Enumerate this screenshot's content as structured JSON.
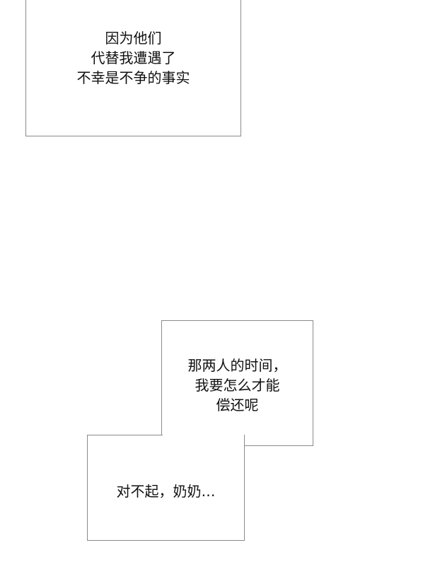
{
  "panels": {
    "top": {
      "lines": [
        "因为他们",
        "代替我遭遇了",
        "不幸是不争的事实"
      ]
    },
    "upper": {
      "lines": [
        "那两人的时间，",
        "我要怎么才能",
        "偿还呢"
      ]
    },
    "lower": {
      "lines": [
        "对不起，奶奶…"
      ]
    }
  },
  "colors": {
    "border": "#8a8a8a",
    "text": "#111111",
    "background": "#ffffff"
  }
}
